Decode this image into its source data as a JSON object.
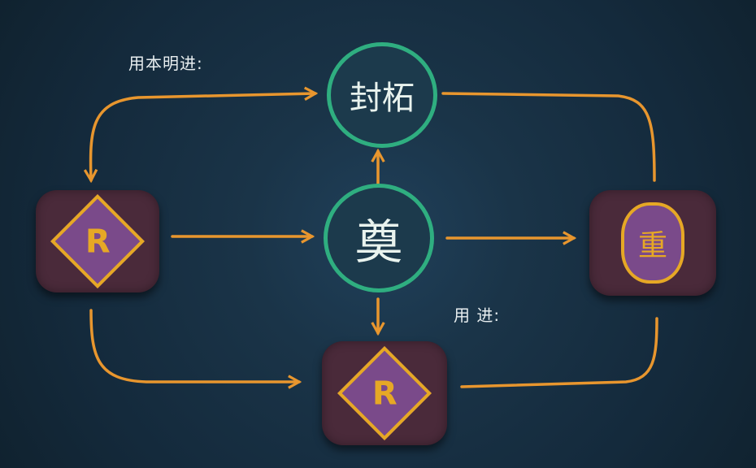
{
  "labels": {
    "top_left": "用本明进:",
    "bottom_right": "用 进:"
  },
  "nodes": {
    "top_circle": "封柘",
    "center_circle": "奠",
    "left_box_glyph": "R",
    "bottom_box_glyph": "R",
    "right_box_glyph": "重"
  },
  "colors": {
    "arrow": "#e8962e",
    "circle_border": "#2fae80",
    "box": "#4a2a3a",
    "icon_gold": "#e6a825",
    "icon_purple": "#7a4a8a"
  }
}
